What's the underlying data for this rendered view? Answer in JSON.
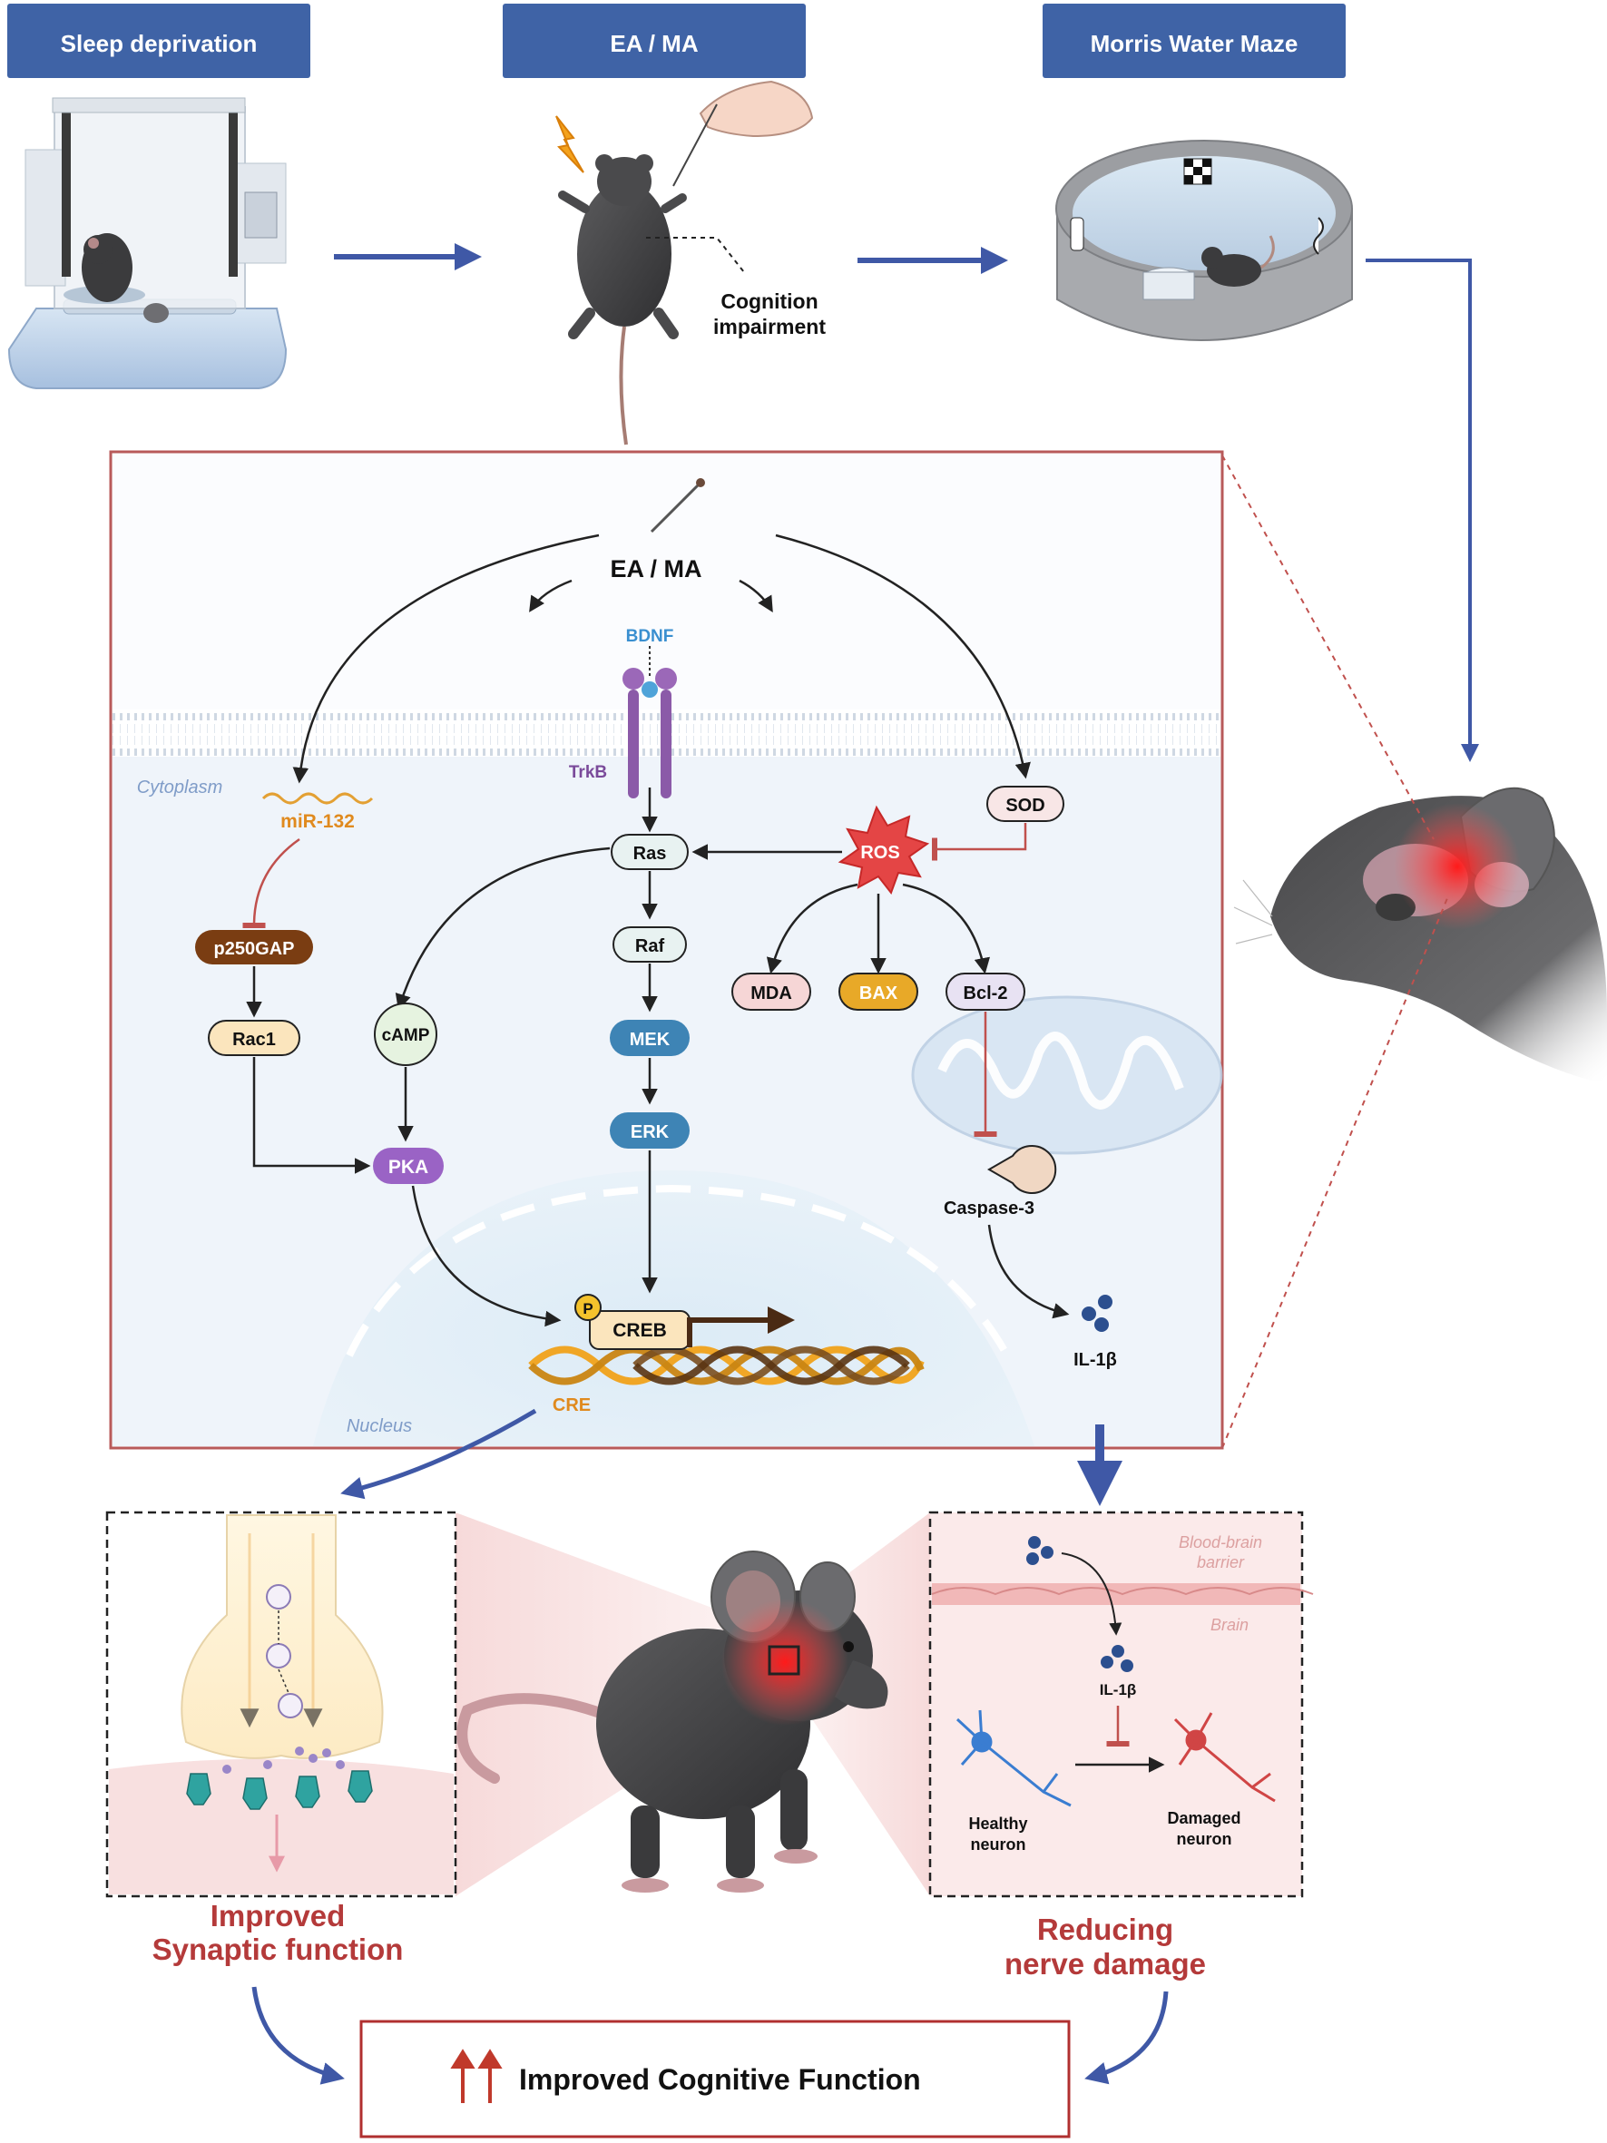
{
  "headers": {
    "sleep_deprivation": "Sleep deprivation",
    "ea_ma": "EA / MA",
    "morris_water_maze": "Morris Water Maze"
  },
  "top": {
    "cognition_line1": "Cognition",
    "cognition_line2": "impairment"
  },
  "pathway": {
    "ea_ma": "EA / MA",
    "bdnf": "BDNF",
    "trkb": "TrkB",
    "cytoplasm": "Cytoplasm",
    "nucleus": "Nucleus",
    "mir132": "miR-132",
    "p250gap": "p250GAP",
    "rac1": "Rac1",
    "camp": "cAMP",
    "pka": "PKA",
    "ras": "Ras",
    "raf": "Raf",
    "mek": "MEK",
    "erk": "ERK",
    "p": "P",
    "creb": "CREB",
    "cre": "CRE",
    "sod": "SOD",
    "ros": "ROS",
    "mda": "MDA",
    "bax": "BAX",
    "bcl2": "Bcl-2",
    "caspase3": "Caspase-3",
    "il1b": "IL-1β"
  },
  "inset_right": {
    "bbb_line1": "Blood-brain",
    "bbb_line2": "barrier",
    "brain": "Brain",
    "il1b": "IL-1β",
    "healthy_line1": "Healthy",
    "healthy_line2": "neuron",
    "damaged_line1": "Damaged",
    "damaged_line2": "neuron"
  },
  "outcomes": {
    "synaptic_line1": "Improved",
    "synaptic_line2": "Synaptic function",
    "nerve_line1": "Reducing",
    "nerve_line2": "nerve damage",
    "final": "Improved Cognitive Function"
  },
  "colors": {
    "header_blue": "#3f63a6",
    "arrow_blue": "#3f58a6",
    "accent_red": "#c0392b",
    "panel_border": "#b85a5a"
  }
}
